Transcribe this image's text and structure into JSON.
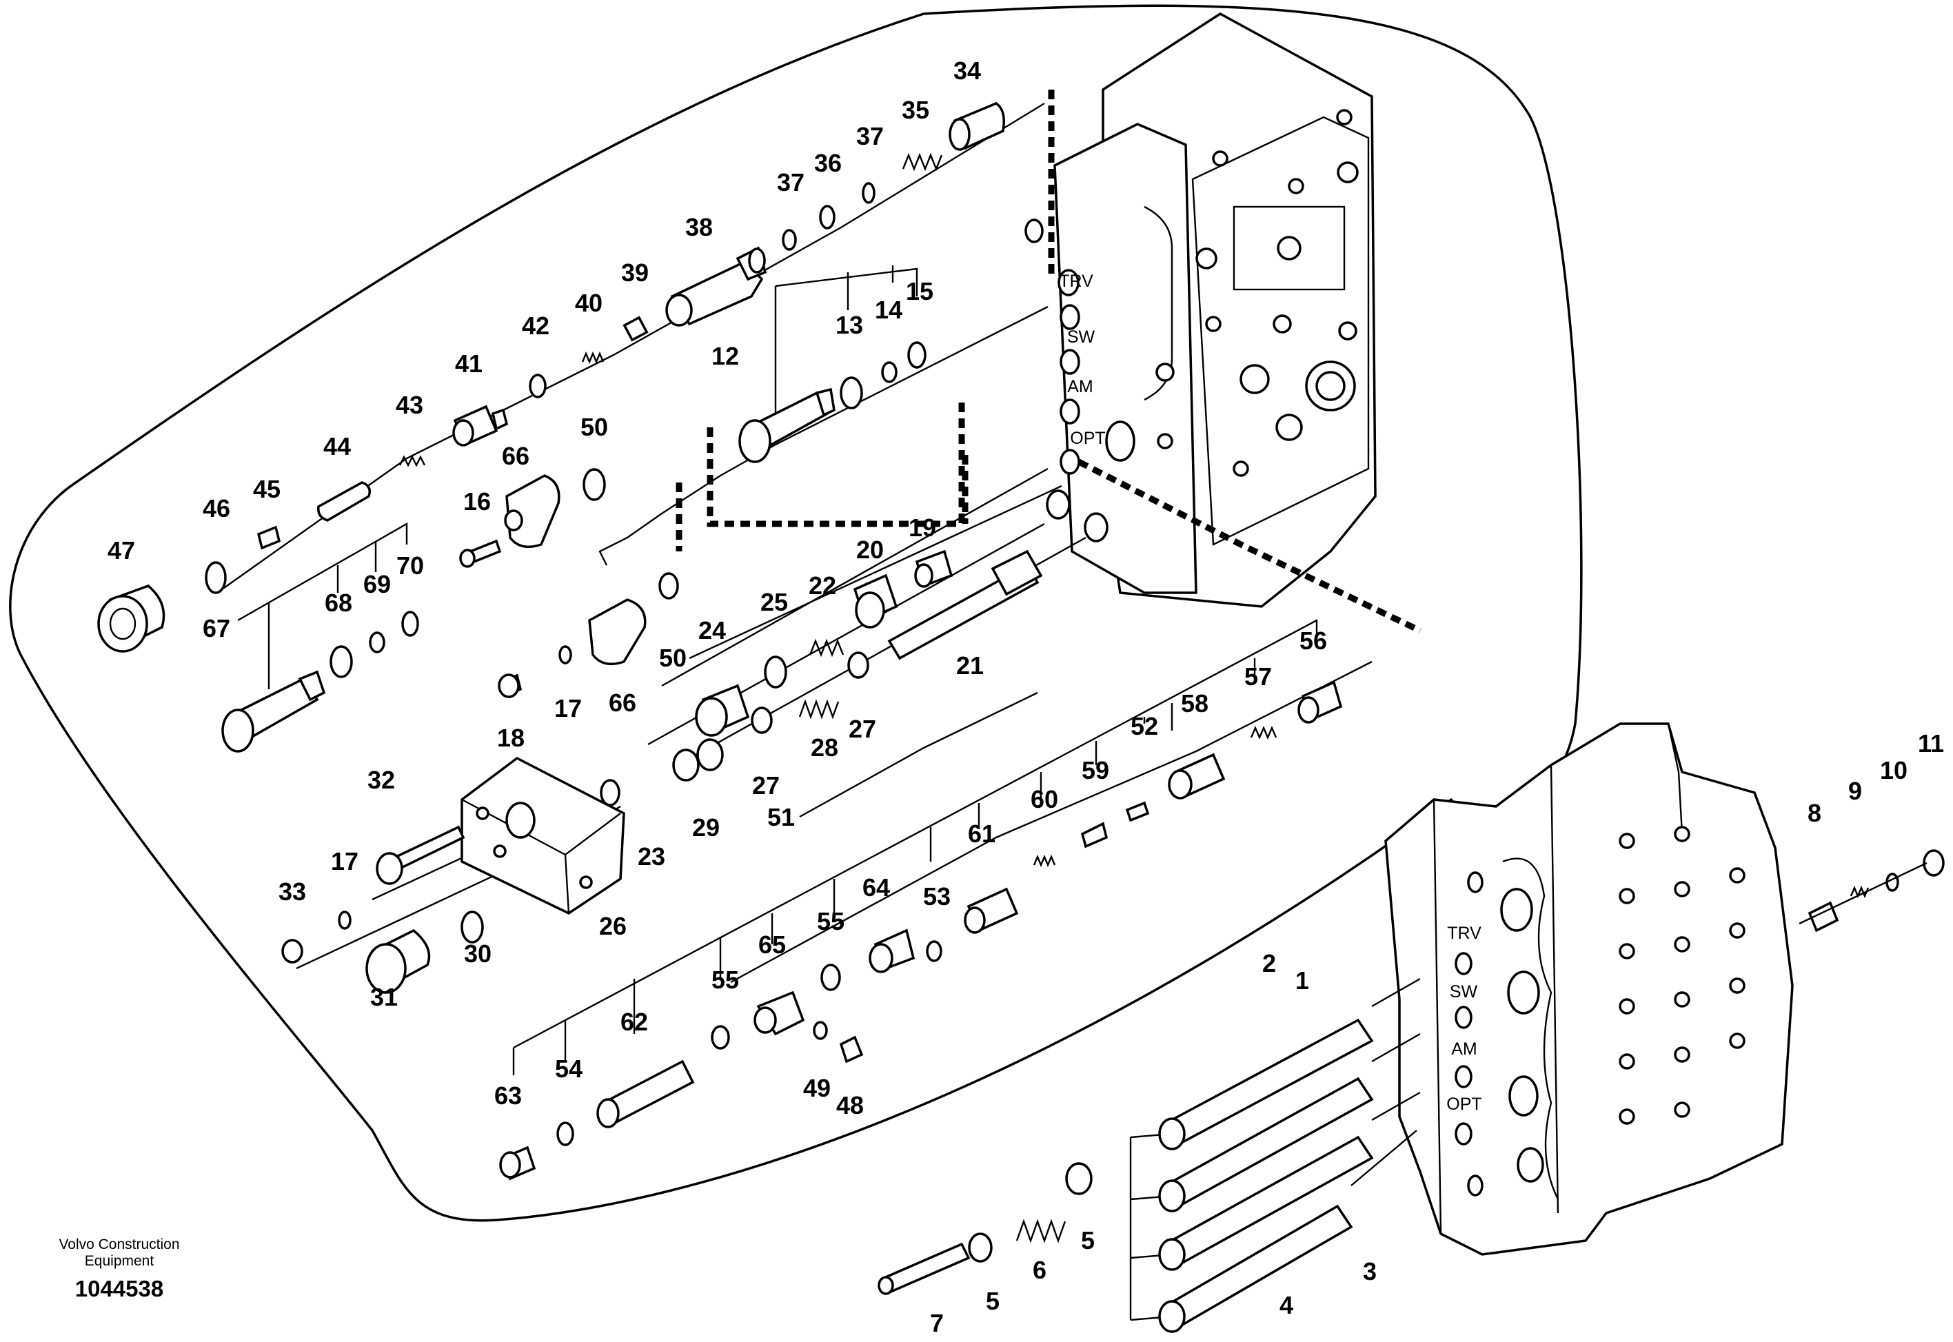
{
  "publisher": {
    "line1": "Volvo Construction",
    "line2": "Equipment"
  },
  "drawing_number": "1044538",
  "port_labels": {
    "trv": "TRV",
    "sw": "SW",
    "am": "AM",
    "opt": "OPT"
  },
  "callouts": {
    "n1": "1",
    "n2": "2",
    "n3": "3",
    "n4": "4",
    "n5a": "5",
    "n5b": "5",
    "n6": "6",
    "n7": "7",
    "n8": "8",
    "n9": "9",
    "n10": "10",
    "n11": "11",
    "n12": "12",
    "n13": "13",
    "n14": "14",
    "n15": "15",
    "n16": "16",
    "n17a": "17",
    "n17b": "17",
    "n18": "18",
    "n19": "19",
    "n20": "20",
    "n21": "21",
    "n22": "22",
    "n23": "23",
    "n24": "24",
    "n25": "25",
    "n26": "26",
    "n27a": "27",
    "n27b": "27",
    "n28": "28",
    "n29": "29",
    "n30": "30",
    "n31": "31",
    "n32": "32",
    "n33": "33",
    "n34": "34",
    "n35": "35",
    "n36": "36",
    "n37a": "37",
    "n37b": "37",
    "n38": "38",
    "n39": "39",
    "n40": "40",
    "n41": "41",
    "n42": "42",
    "n43": "43",
    "n44": "44",
    "n45": "45",
    "n46": "46",
    "n47": "47",
    "n48": "48",
    "n49": "49",
    "n50a": "50",
    "n50b": "50",
    "n51": "51",
    "n52": "52",
    "n53": "53",
    "n54": "54",
    "n55a": "55",
    "n55b": "55",
    "n56": "56",
    "n57": "57",
    "n58": "58",
    "n59": "59",
    "n60": "60",
    "n61": "61",
    "n62": "62",
    "n63": "63",
    "n64": "64",
    "n65": "65",
    "n66a": "66",
    "n66b": "66",
    "n67": "67",
    "n68": "68",
    "n69": "69",
    "n70": "70"
  }
}
